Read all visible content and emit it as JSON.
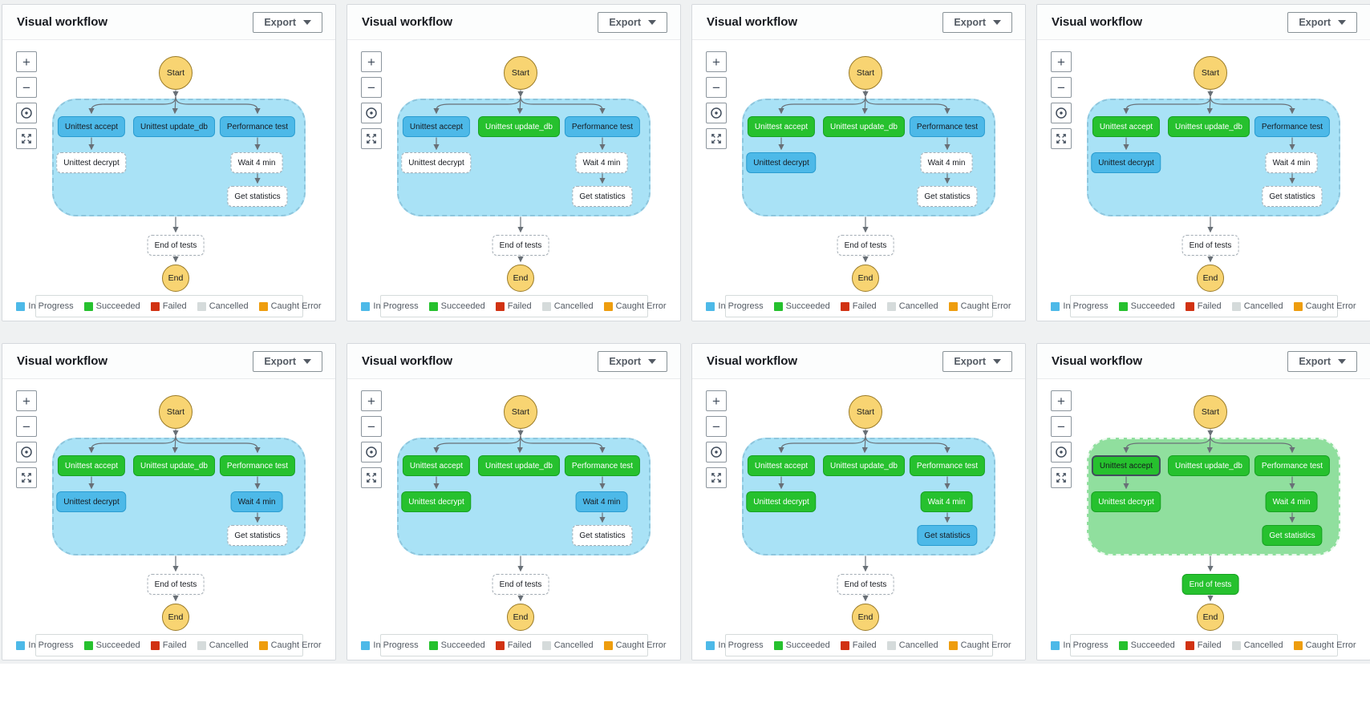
{
  "colors": {
    "status_in_progress": "#4db9e8",
    "status_succeeded": "#26c12e",
    "status_failed": "#d13212",
    "status_cancelled": "#d5dbdb",
    "status_caught_error": "#ee9d0e",
    "node_border_in_progress": "#2a9cd0",
    "node_border_succeeded": "#17a122",
    "node_border_pending": "#a4adb5",
    "container_in_progress": "#a9e2f6",
    "container_succeeded": "#90df9e",
    "start_end_fill": "#f8d472",
    "start_end_border": "#9a7b28",
    "edge": "#697077"
  },
  "icons": {
    "zoom_in": "+",
    "zoom_out": "−",
    "center": "target-icon",
    "fit": "expand-arrows-icon",
    "export_caret": "caret-down-icon"
  },
  "legend": {
    "items": [
      {
        "label": "In Progress",
        "color": "#4db9e8"
      },
      {
        "label": "Succeeded",
        "color": "#26c12e"
      },
      {
        "label": "Failed",
        "color": "#d13212"
      },
      {
        "label": "Cancelled",
        "color": "#d5dbdb"
      },
      {
        "label": "Caught Error",
        "color": "#ee9d0e"
      }
    ]
  },
  "panels": [
    {
      "title": "Visual workflow",
      "export_label": "Export",
      "start_label": "Start",
      "end_label": "End",
      "container_state": "in_progress",
      "nodes": {
        "accept": {
          "label": "Unittest accept",
          "state": "in_progress",
          "selected": false
        },
        "update_db": {
          "label": "Unittest update_db",
          "state": "in_progress",
          "selected": false
        },
        "performance": {
          "label": "Performance test",
          "state": "in_progress",
          "selected": false
        },
        "decrypt": {
          "label": "Unittest decrypt",
          "state": "pending",
          "selected": false
        },
        "wait": {
          "label": "Wait 4 min",
          "state": "pending",
          "selected": false
        },
        "stats": {
          "label": "Get statistics",
          "state": "pending",
          "selected": false
        },
        "end_of_tests": {
          "label": "End of tests",
          "state": "pending",
          "selected": false
        }
      }
    },
    {
      "title": "Visual workflow",
      "export_label": "Export",
      "start_label": "Start",
      "end_label": "End",
      "container_state": "in_progress",
      "nodes": {
        "accept": {
          "label": "Unittest accept",
          "state": "in_progress",
          "selected": false
        },
        "update_db": {
          "label": "Unittest update_db",
          "state": "succeeded",
          "selected": false
        },
        "performance": {
          "label": "Performance test",
          "state": "in_progress",
          "selected": false
        },
        "decrypt": {
          "label": "Unittest decrypt",
          "state": "pending",
          "selected": false
        },
        "wait": {
          "label": "Wait 4 min",
          "state": "pending",
          "selected": false
        },
        "stats": {
          "label": "Get statistics",
          "state": "pending",
          "selected": false
        },
        "end_of_tests": {
          "label": "End of tests",
          "state": "pending",
          "selected": false
        }
      }
    },
    {
      "title": "Visual workflow",
      "export_label": "Export",
      "start_label": "Start",
      "end_label": "End",
      "container_state": "in_progress",
      "nodes": {
        "accept": {
          "label": "Unittest accept",
          "state": "succeeded",
          "selected": false
        },
        "update_db": {
          "label": "Unittest update_db",
          "state": "succeeded",
          "selected": false
        },
        "performance": {
          "label": "Performance test",
          "state": "in_progress",
          "selected": false
        },
        "decrypt": {
          "label": "Unittest decrypt",
          "state": "in_progress",
          "selected": false
        },
        "wait": {
          "label": "Wait 4 min",
          "state": "pending",
          "selected": false
        },
        "stats": {
          "label": "Get statistics",
          "state": "pending",
          "selected": false
        },
        "end_of_tests": {
          "label": "End of tests",
          "state": "pending",
          "selected": false
        }
      }
    },
    {
      "title": "Visual workflow",
      "export_label": "Export",
      "start_label": "Start",
      "end_label": "End",
      "container_state": "in_progress",
      "nodes": {
        "accept": {
          "label": "Unittest accept",
          "state": "succeeded",
          "selected": false
        },
        "update_db": {
          "label": "Unittest update_db",
          "state": "succeeded",
          "selected": false
        },
        "performance": {
          "label": "Performance test",
          "state": "in_progress",
          "selected": false
        },
        "decrypt": {
          "label": "Unittest decrypt",
          "state": "in_progress",
          "selected": false
        },
        "wait": {
          "label": "Wait 4 min",
          "state": "pending",
          "selected": false
        },
        "stats": {
          "label": "Get statistics",
          "state": "pending",
          "selected": false
        },
        "end_of_tests": {
          "label": "End of tests",
          "state": "pending",
          "selected": false
        }
      }
    },
    {
      "title": "Visual workflow",
      "export_label": "Export",
      "start_label": "Start",
      "end_label": "End",
      "container_state": "in_progress",
      "nodes": {
        "accept": {
          "label": "Unittest accept",
          "state": "succeeded",
          "selected": false
        },
        "update_db": {
          "label": "Unittest update_db",
          "state": "succeeded",
          "selected": false
        },
        "performance": {
          "label": "Performance test",
          "state": "succeeded",
          "selected": false
        },
        "decrypt": {
          "label": "Unittest decrypt",
          "state": "in_progress",
          "selected": false
        },
        "wait": {
          "label": "Wait 4 min",
          "state": "in_progress",
          "selected": false
        },
        "stats": {
          "label": "Get statistics",
          "state": "pending",
          "selected": false
        },
        "end_of_tests": {
          "label": "End of tests",
          "state": "pending",
          "selected": false
        }
      }
    },
    {
      "title": "Visual workflow",
      "export_label": "Export",
      "start_label": "Start",
      "end_label": "End",
      "container_state": "in_progress",
      "nodes": {
        "accept": {
          "label": "Unittest accept",
          "state": "succeeded",
          "selected": false
        },
        "update_db": {
          "label": "Unittest update_db",
          "state": "succeeded",
          "selected": false
        },
        "performance": {
          "label": "Performance test",
          "state": "succeeded",
          "selected": false
        },
        "decrypt": {
          "label": "Unittest decrypt",
          "state": "succeeded",
          "selected": false
        },
        "wait": {
          "label": "Wait 4 min",
          "state": "in_progress",
          "selected": false
        },
        "stats": {
          "label": "Get statistics",
          "state": "pending",
          "selected": false
        },
        "end_of_tests": {
          "label": "End of tests",
          "state": "pending",
          "selected": false
        }
      }
    },
    {
      "title": "Visual workflow",
      "export_label": "Export",
      "start_label": "Start",
      "end_label": "End",
      "container_state": "in_progress",
      "nodes": {
        "accept": {
          "label": "Unittest accept",
          "state": "succeeded",
          "selected": false
        },
        "update_db": {
          "label": "Unittest update_db",
          "state": "succeeded",
          "selected": false
        },
        "performance": {
          "label": "Performance test",
          "state": "succeeded",
          "selected": false
        },
        "decrypt": {
          "label": "Unittest decrypt",
          "state": "succeeded",
          "selected": false
        },
        "wait": {
          "label": "Wait 4 min",
          "state": "succeeded",
          "selected": false
        },
        "stats": {
          "label": "Get statistics",
          "state": "in_progress",
          "selected": false
        },
        "end_of_tests": {
          "label": "End of tests",
          "state": "pending",
          "selected": false
        }
      }
    },
    {
      "title": "Visual workflow",
      "export_label": "Export",
      "start_label": "Start",
      "end_label": "End",
      "container_state": "succeeded",
      "nodes": {
        "accept": {
          "label": "Unittest accept",
          "state": "succeeded",
          "selected": true
        },
        "update_db": {
          "label": "Unittest update_db",
          "state": "succeeded",
          "selected": false
        },
        "performance": {
          "label": "Performance test",
          "state": "succeeded",
          "selected": false
        },
        "decrypt": {
          "label": "Unittest decrypt",
          "state": "succeeded",
          "selected": false
        },
        "wait": {
          "label": "Wait 4 min",
          "state": "succeeded",
          "selected": false
        },
        "stats": {
          "label": "Get statistics",
          "state": "succeeded",
          "selected": false
        },
        "end_of_tests": {
          "label": "End of tests",
          "state": "succeeded",
          "selected": false
        }
      }
    }
  ]
}
